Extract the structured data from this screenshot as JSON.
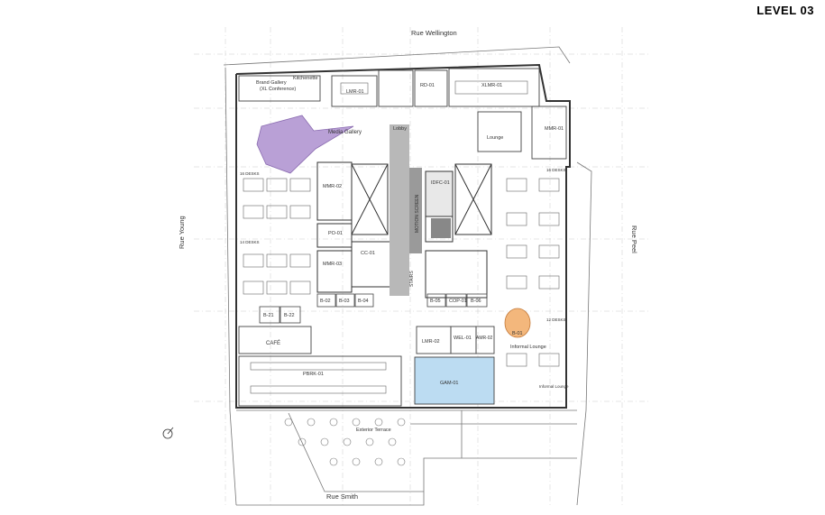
{
  "page": {
    "level_label": "LEVEL 03"
  },
  "streets": {
    "north": "Rue Wellington",
    "west": "Rue Young",
    "east": "Rue Peel",
    "south": "Rue Smith"
  },
  "rooms": {
    "brand_gallery": "Brand Gallery",
    "xl_conference": "(XL Conference)",
    "kitchenette": "Kitchenette",
    "lmr01": "LMR-01",
    "rd01": "RD-01",
    "xlmr01": "XLMR-01",
    "media_gallery": "Media Gallery",
    "lobby": "Lobby",
    "mmr01": "MMR-01",
    "mmr02": "MMR-02",
    "po01": "PO-01",
    "cc01": "CC-01",
    "mmr03": "MMR-03",
    "idfc01": "IDFC-01",
    "motion_screen": "MOTION SCREEN",
    "stairs": "STAIRS",
    "b02": "B-02",
    "b03": "B-03",
    "b04": "B-04",
    "b05": "B-05",
    "b06": "B-06",
    "cop01": "COP-01",
    "b21": "B-21",
    "b22": "B-22",
    "b01": "B-01",
    "cafe": "CAFÉ",
    "pbrk01": "PBRK-01",
    "lmr02": "LMR-02",
    "wel01": "WEL-01",
    "amr02": "AMR-02",
    "gam01": "GAM-01",
    "informal_lounge": "Informal Lounge",
    "informal_lounge2": "Informal Lounge",
    "lounge": "Lounge",
    "exterior_terrace": "Exterior Terrace",
    "desks_16a": "16 DESKS",
    "desks_14": "14 DESKS",
    "desks_16b": "16 DESKS",
    "desks_12": "12 DESKS"
  },
  "colors": {
    "media_gallery_fill": "#b9a0d6",
    "gam_fill": "#bcdcf2",
    "b01_fill": "#f3b77c",
    "line": "#555555"
  },
  "icons": {
    "north_arrow": "north-arrow-icon"
  }
}
